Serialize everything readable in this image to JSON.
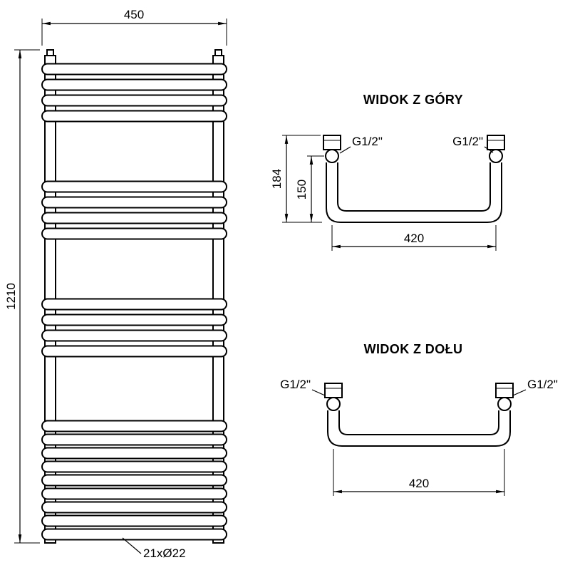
{
  "colors": {
    "line": "#000000",
    "background": "#ffffff"
  },
  "front_view": {
    "width_dim": "450",
    "height_dim": "1210",
    "tube_label": "21xØ22"
  },
  "top_view": {
    "title": "WIDOK Z GÓRY",
    "overall_depth_dim": "184",
    "pipe_axis_dim": "150",
    "connection_spacing_dim": "420",
    "left_fitting_label": "G1/2\"",
    "right_fitting_label": "G1/2\""
  },
  "bottom_view": {
    "title": "WIDOK Z DOŁU",
    "connection_spacing_dim": "420",
    "left_fitting_label": "G1/2\"",
    "right_fitting_label": "G1/2\""
  }
}
